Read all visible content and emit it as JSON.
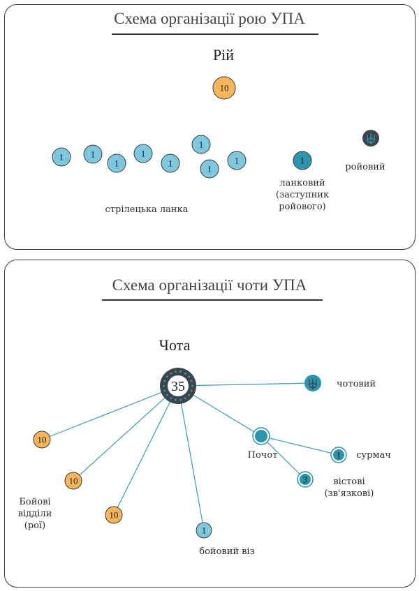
{
  "colors": {
    "orange": "#F6B55A",
    "light_blue": "#7DC8DE",
    "teal": "#2B95AE",
    "dark": "#3D444A",
    "line": "#3A9DB5",
    "stroke": "#3a3a3a"
  },
  "squad": {
    "title": "Схема організації рою УПА",
    "heading": "Рій",
    "total": "10",
    "riflemen": [
      "1",
      "1",
      "1",
      "1",
      "1",
      "1",
      "1",
      "1"
    ],
    "riflemen_label": "стрілецька ланка",
    "link_leader": {
      "value": "1",
      "label_lines": [
        "ланковий",
        "(заступник",
        "ройового)"
      ]
    },
    "squad_leader": {
      "icon": "trident-icon",
      "label": "ройовий"
    }
  },
  "platoon": {
    "title": "Схема організації чоти УПА",
    "heading": "Чота",
    "total": "35",
    "platoon_leader": {
      "icon": "trident-icon",
      "label": "чотовий"
    },
    "squads": [
      "10",
      "10",
      "10"
    ],
    "squads_label_lines": [
      "Бойові",
      "відділи",
      "(рої)"
    ],
    "wagon": {
      "value": "1",
      "label": "бойовий віз"
    },
    "retinue": {
      "label": "Почот"
    },
    "bugler": {
      "value": "1",
      "label": "сурмач"
    },
    "messengers": {
      "value": "3",
      "label_lines": [
        "вістові",
        "(зв'язкові)"
      ]
    }
  }
}
